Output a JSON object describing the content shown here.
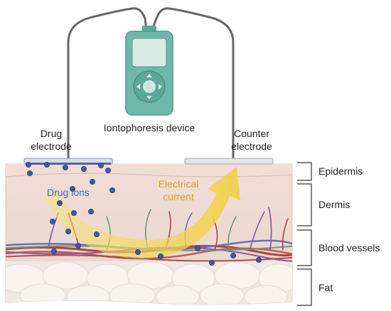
{
  "labels": {
    "device": "Iontophoresis device",
    "drug_electrode_line1": "Drug",
    "drug_electrode_line2": "electrode",
    "counter_electrode_line1": "Counter",
    "counter_electrode_line2": "electrode",
    "drug_ions": "Drug ions",
    "current_line1": "Electrical",
    "current_line2": "current"
  },
  "layers": {
    "epidermis": "Epidermis",
    "dermis": "Dermis",
    "blood_vessels": "Blood vessels",
    "fat": "Fat"
  },
  "colors": {
    "skin_top": "#eed8d0",
    "dermis": "#e8dbd6",
    "fat": "#f4f0ea",
    "device_body": "#6fb8a8",
    "device_screen": "#d6e8e2",
    "cable": "#666666",
    "drug_electrode": "#5a6fa8",
    "counter_electrode": "#d9d9d9",
    "ion": "#3f5aa0",
    "ion_text": "#4a68b0",
    "current_arrow": "#f3d44a",
    "current_text": "#d4a520",
    "vessel_red": "#b0413e",
    "vessel_blue": "#6a70b8",
    "vessel_green": "#6f9a6a",
    "vessel_purple": "#8a5aa0"
  },
  "icons": {
    "device": "iontophoresis-device-icon",
    "ion": "drug-ion-icon"
  }
}
